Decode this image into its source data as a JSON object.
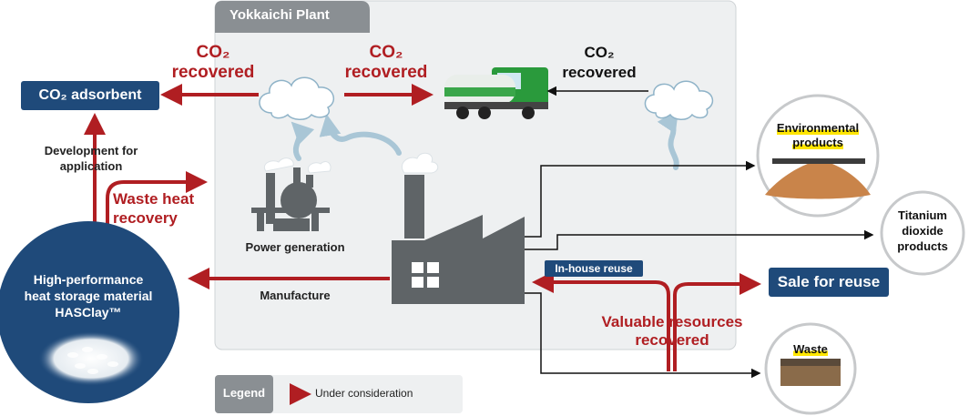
{
  "plant": {
    "title": "Yokkaichi Plant"
  },
  "co2_left": {
    "label": "CO₂\nrecovered"
  },
  "co2_mid": {
    "label": "CO₂\nrecovered"
  },
  "co2_right": {
    "label": "CO₂\nrecovered"
  },
  "co2_adsorbent": {
    "label": "CO₂ adsorbent"
  },
  "development": {
    "label": "Development for\napplication"
  },
  "waste_heat": {
    "label": "Waste heat\nrecovery"
  },
  "power_generation": {
    "label": "Power generation"
  },
  "manufacture": {
    "label": "Manufacture"
  },
  "hasclay": {
    "label": "High-performance\nheat storage material\nHASClay™"
  },
  "environmental": {
    "label": "Environmental\nproducts"
  },
  "titanium": {
    "label": "Titanium\ndioxide\nproducts"
  },
  "in_house_reuse": {
    "label": "In-house reuse"
  },
  "sale_for_reuse": {
    "label": "Sale for reuse"
  },
  "valuable": {
    "label": "Valuable resources\nrecovered"
  },
  "waste": {
    "label": "Waste"
  },
  "legend": {
    "title": "Legend",
    "item": "Under consideration"
  },
  "colors": {
    "red_arrow": "#b01e22",
    "navy": "#1f4a7a",
    "plant_bg": "#eef0f1",
    "factory": "#5f6467",
    "steam": "#a9c6d6"
  }
}
